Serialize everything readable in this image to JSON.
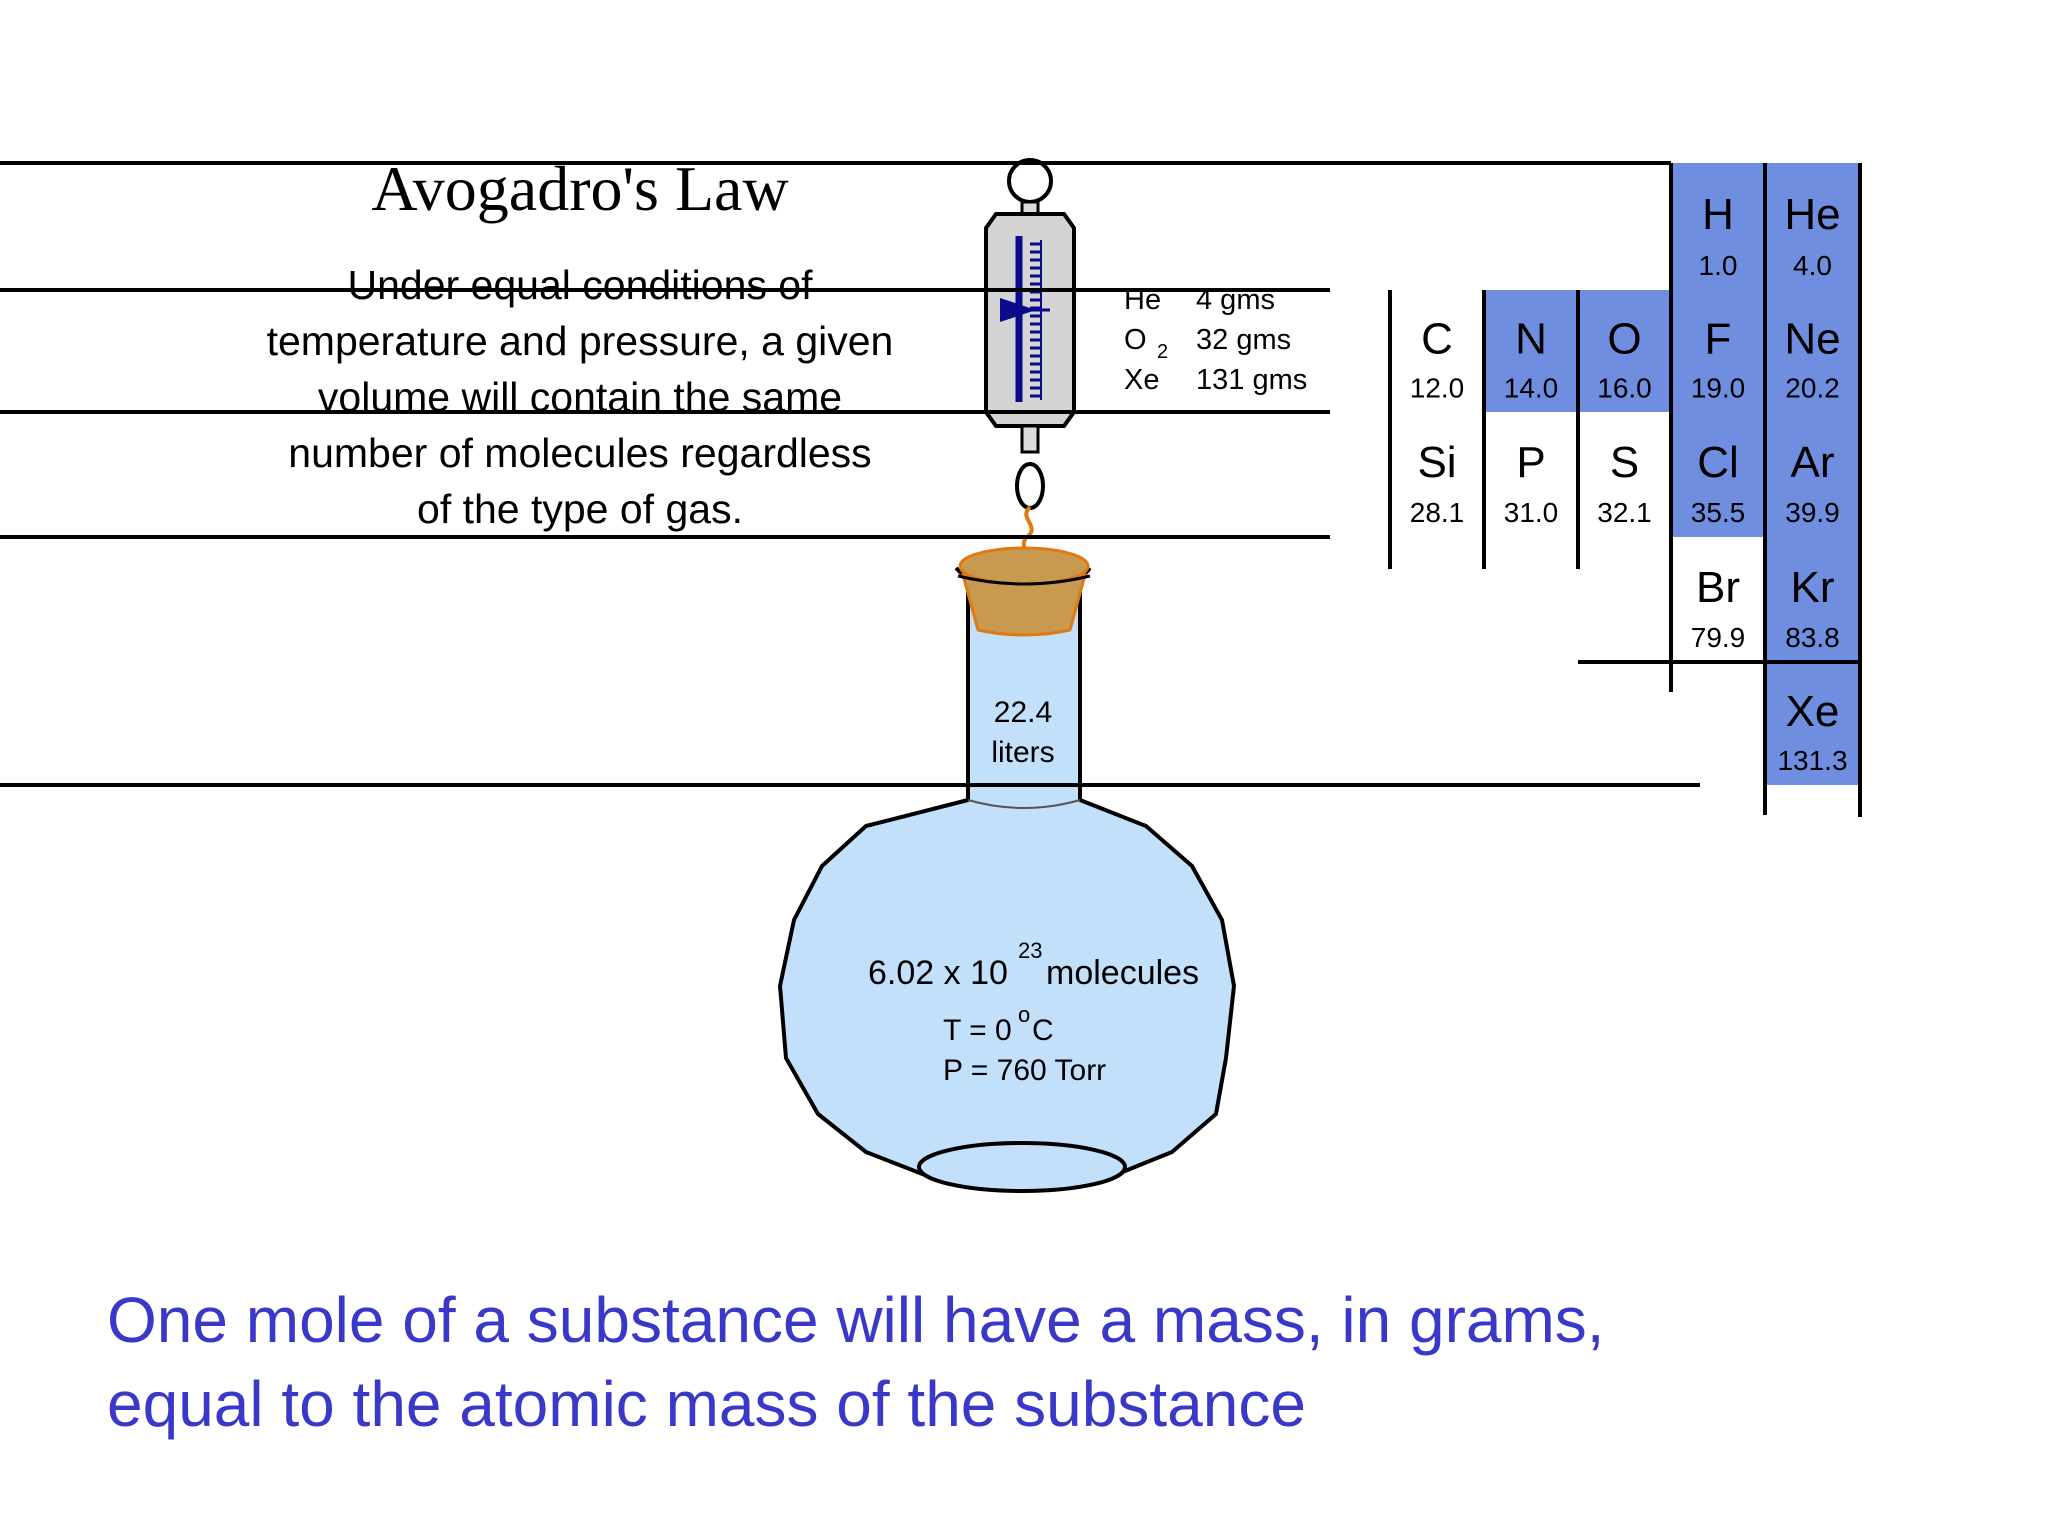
{
  "slide": {
    "title": "Avogadro's Law",
    "definition_lines": [
      "Under equal conditions of",
      "temperature and pressure, a given",
      "volume will contain the same",
      "number of molecules regardless",
      "of the type of gas."
    ],
    "conclusion_lines": [
      "One mole of a substance will have a mass, in grams,",
      "equal to the atomic mass of the substance"
    ]
  },
  "gas_masses": [
    {
      "symbol": "He",
      "subscript": "",
      "mass": "4 gms"
    },
    {
      "symbol": "O",
      "subscript": "2",
      "mass": "32 gms"
    },
    {
      "symbol": "Xe",
      "subscript": "",
      "mass": "131 gms"
    }
  ],
  "flask": {
    "volume_value": "22.4",
    "volume_unit": "liters",
    "molecules_base": "6.02 x 10",
    "molecules_exponent": "23",
    "molecules_word": "molecules",
    "temperature_prefix": "T = 0",
    "degree_symbol": "o",
    "temperature_unit": "C",
    "pressure": "P = 760 Torr"
  },
  "periodic_table": {
    "highlight_color": "#6f8ee0",
    "plain_color": "#ffffff",
    "elements": [
      {
        "symbol": "H",
        "mass": "1.0",
        "row": 0,
        "col": 3,
        "highlighted": true
      },
      {
        "symbol": "He",
        "mass": "4.0",
        "row": 0,
        "col": 4,
        "highlighted": true
      },
      {
        "symbol": "C",
        "mass": "12.0",
        "row": 1,
        "col": 0,
        "highlighted": false
      },
      {
        "symbol": "N",
        "mass": "14.0",
        "row": 1,
        "col": 1,
        "highlighted": true
      },
      {
        "symbol": "O",
        "mass": "16.0",
        "row": 1,
        "col": 2,
        "highlighted": true
      },
      {
        "symbol": "F",
        "mass": "19.0",
        "row": 1,
        "col": 3,
        "highlighted": true
      },
      {
        "symbol": "Ne",
        "mass": "20.2",
        "row": 1,
        "col": 4,
        "highlighted": true
      },
      {
        "symbol": "Si",
        "mass": "28.1",
        "row": 2,
        "col": 0,
        "highlighted": false
      },
      {
        "symbol": "P",
        "mass": "31.0",
        "row": 2,
        "col": 1,
        "highlighted": false
      },
      {
        "symbol": "S",
        "mass": "32.1",
        "row": 2,
        "col": 2,
        "highlighted": false
      },
      {
        "symbol": "Cl",
        "mass": "35.5",
        "row": 2,
        "col": 3,
        "highlighted": true
      },
      {
        "symbol": "Ar",
        "mass": "39.9",
        "row": 2,
        "col": 4,
        "highlighted": true
      },
      {
        "symbol": "Br",
        "mass": "79.9",
        "row": 3,
        "col": 3,
        "highlighted": false
      },
      {
        "symbol": "Kr",
        "mass": "83.8",
        "row": 3,
        "col": 4,
        "highlighted": true
      },
      {
        "symbol": "Xe",
        "mass": "131.3",
        "row": 4,
        "col": 4,
        "highlighted": true
      }
    ]
  }
}
